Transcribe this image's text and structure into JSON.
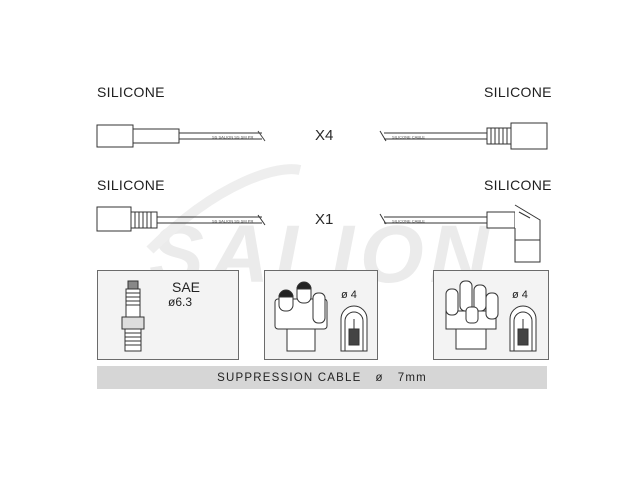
{
  "watermark": {
    "text": "SALION"
  },
  "rows": [
    {
      "left_label": "SILICONE",
      "right_label": "SILICONE",
      "multiplier": "X4",
      "cable_text_left": "SS SALION SS SM PR",
      "cable_text_right": "SILICONE CABLE"
    },
    {
      "left_label": "SILICONE",
      "right_label": "SILICONE",
      "multiplier": "X1",
      "cable_text_left": "SS SALION SS SM PR",
      "cable_text_right": "SILICONE CABLE"
    }
  ],
  "panels": {
    "spark_plug": {
      "standard": "SAE",
      "diameter": "ø6.3"
    },
    "distributor_1": {
      "diameter": "ø 4"
    },
    "distributor_2": {
      "diameter": "ø 4"
    }
  },
  "footer": {
    "label": "SUPPRESSION CABLE",
    "symbol": "ø",
    "value": "7mm"
  },
  "colors": {
    "panel_bg": "#f3f3f3",
    "bar_bg": "#d6d6d6",
    "line": "#444444",
    "watermark": "#ececec"
  }
}
